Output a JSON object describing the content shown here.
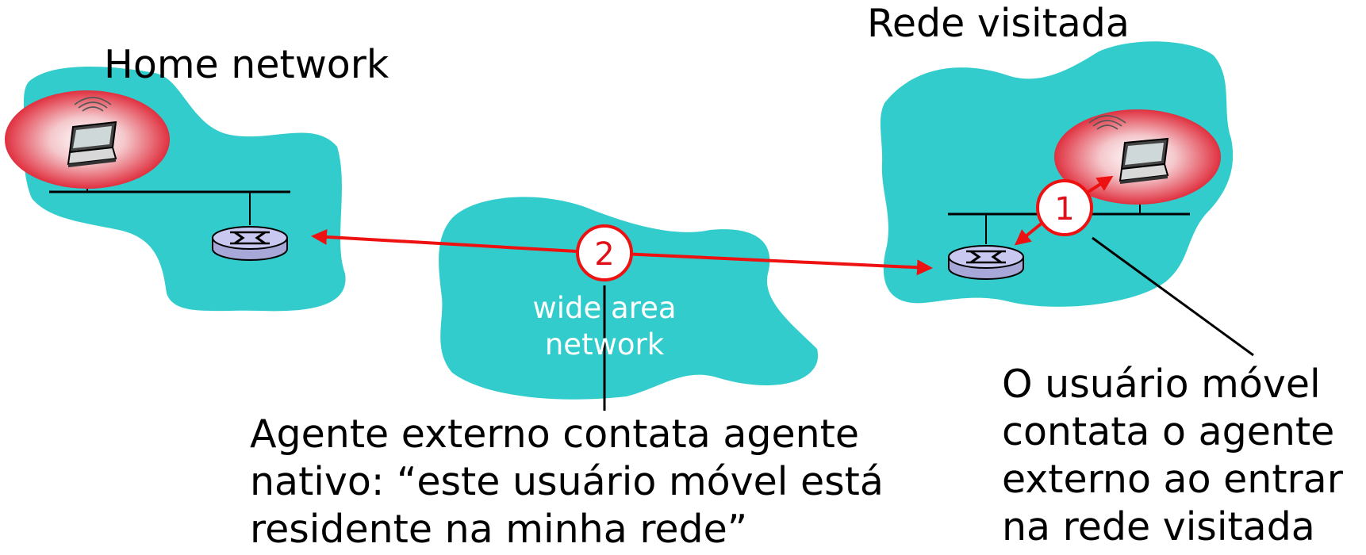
{
  "labels": {
    "home_network": "Home network",
    "visited_network": "Rede visitada",
    "wan_line1": "wide area",
    "wan_line2": "network"
  },
  "steps": {
    "step1": "1",
    "step2": "2"
  },
  "captions": {
    "foreign_agent": {
      "line1": "Agente externo contata agente",
      "line2": "nativo: “este usuário móvel está",
      "line3": "residente na minha rede”"
    },
    "mobile_user": {
      "line1": "O usuário móvel",
      "line2": "contata o agente",
      "line3": "externo ao entrar",
      "line4": "na rede visitada"
    }
  },
  "colors": {
    "network_cloud": "#33cccc",
    "arrow": "#ee1111",
    "router": "#c8c8f0",
    "host_glow": "#e03040"
  }
}
